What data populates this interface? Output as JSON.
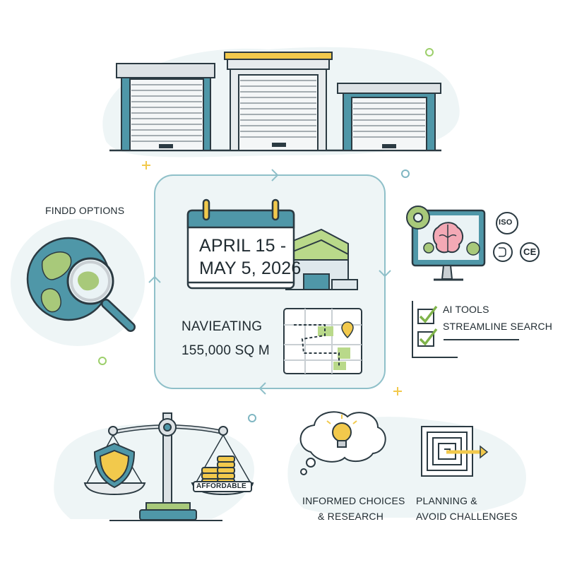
{
  "center": {
    "date_line1": "APRIL 15 -",
    "date_line2": "MAY 5, 2026",
    "nav_line1": "NAVIEATING",
    "nav_line2": "155,000 SQ M"
  },
  "left": {
    "label": "FINDD OPTIONS"
  },
  "right": {
    "iso_badge": "ISO",
    "ce_badge": "CE",
    "ai_line1": "AI TOOLS",
    "ai_line2": "STREAMLINE SEARCH"
  },
  "bottom": {
    "scale_label": "AFFORDABLE",
    "informed_line1": "INFORMED CHOICES",
    "informed_line2": "& RESEARCH",
    "planning_line1": "PLANNING &",
    "planning_line2": "AVOID CHALLENGES"
  },
  "colors": {
    "teal": "#4f97a8",
    "teal_light": "#e4f1f3",
    "gold": "#f2c94c",
    "green": "#a8c97a",
    "dark": "#2b3a42",
    "gray": "#c9cfd3"
  }
}
